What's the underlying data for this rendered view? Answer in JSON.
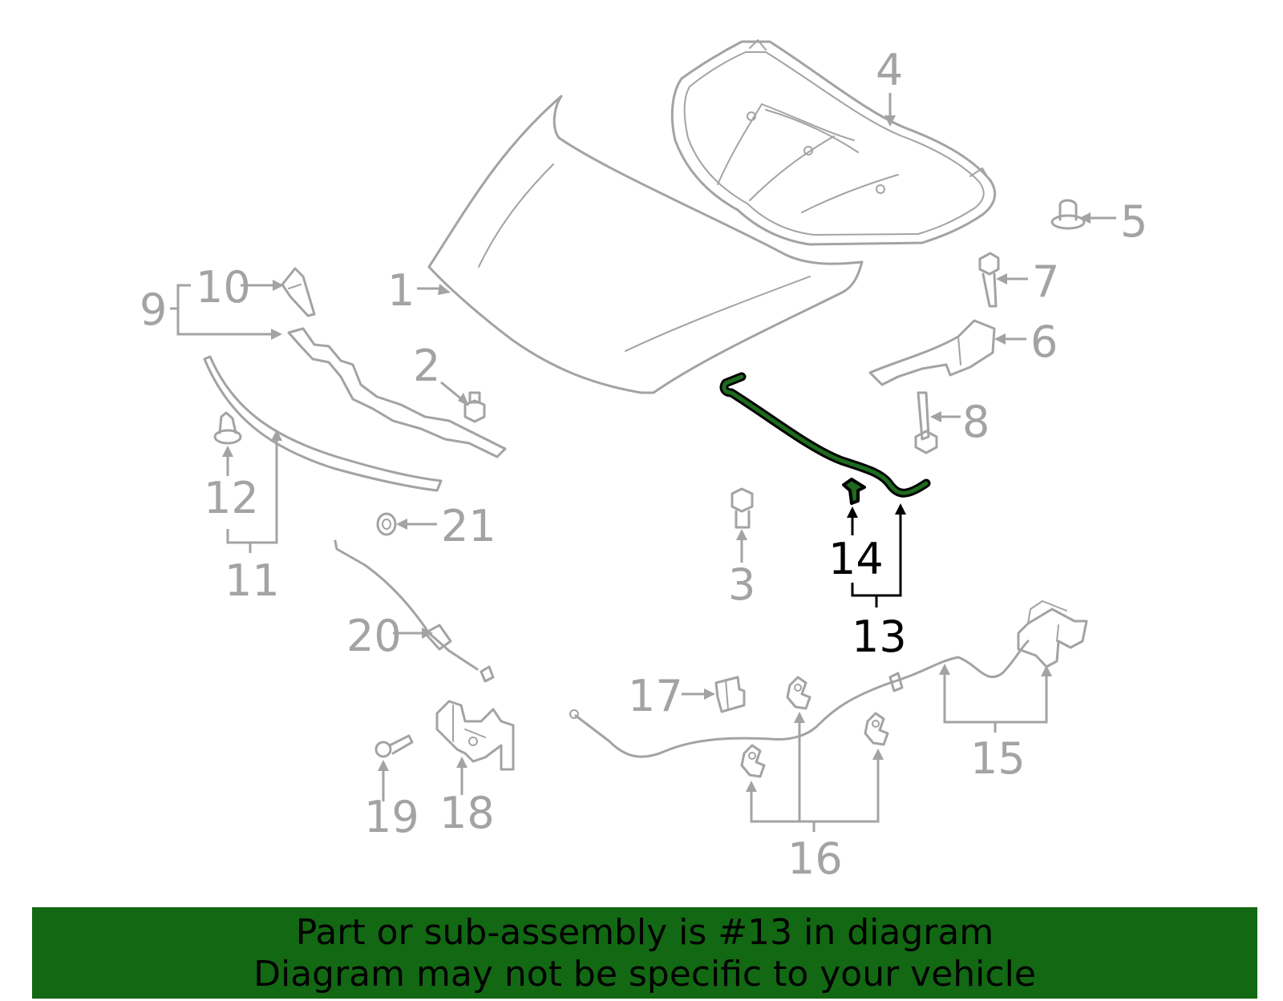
{
  "diagram": {
    "highlight_color": "#1e6b1e",
    "callouts": {
      "c1": "1",
      "c2": "2",
      "c3": "3",
      "c4": "4",
      "c5": "5",
      "c6": "6",
      "c7": "7",
      "c8": "8",
      "c9": "9",
      "c10": "10",
      "c11": "11",
      "c12": "12",
      "c13": "13",
      "c14": "14",
      "c15": "15",
      "c16": "16",
      "c17": "17",
      "c18": "18",
      "c19": "19",
      "c20": "20",
      "c21": "21"
    }
  },
  "banner": {
    "background": "#136813",
    "line1": "Part or sub-assembly is #13 in diagram",
    "line2": "Diagram may not be specific to your vehicle"
  }
}
